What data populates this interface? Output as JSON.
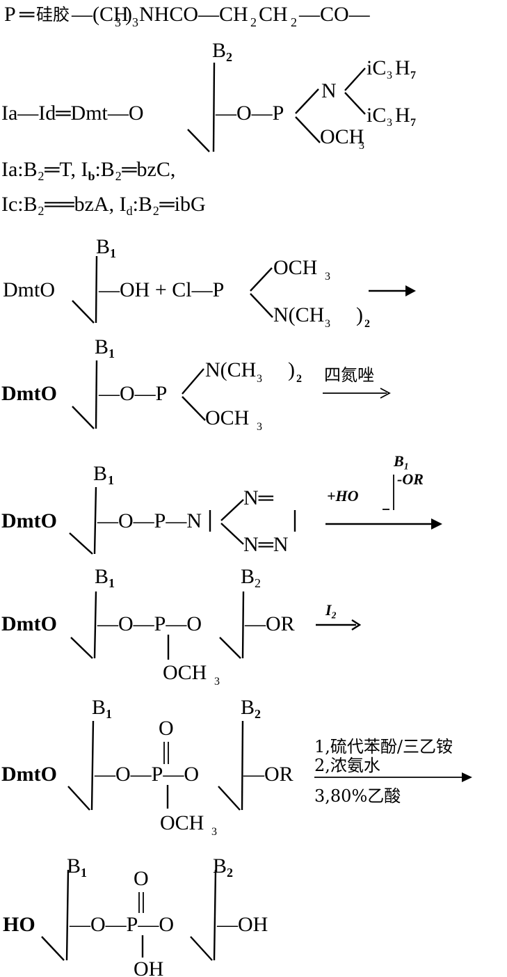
{
  "header_definition": {
    "lhs": "P",
    "eq": "═",
    "silica": "硅胶",
    "chain": "—(CH",
    "sub3": "3",
    "close3": ")",
    "sub3b": "3",
    "nhco": "NHCO—CH",
    "sub2a": "2",
    "ch": "CH",
    "sub2b": "2",
    "tail": "—CO—"
  },
  "reagent_I": {
    "base": "B",
    "base_sub": "2",
    "label": "Ia—Id═Dmt—O",
    "o_p": "—O—P",
    "n": "N",
    "ipr": "iC",
    "ipr_sub3": "3",
    "ipr_h": "H",
    "ipr_sub7": "7",
    "och": "OCH",
    "och_sub": "3",
    "variants_line1": "Ia:B₂═T, I",
    "variants_line1_sub": "b",
    "variants_line1_rest": ":B₂═bzC,",
    "variants_line2": "Ic:B₂══bzA, I",
    "variants_line2_sub": "d",
    "variants_line2_rest": ":B₂═ibG"
  },
  "step1": {
    "base": "B",
    "base_sub": "1",
    "left": "DmtO",
    "right": "—OH + Cl—P",
    "top": "OCH",
    "top_sub": "3",
    "bottom": "N(CH",
    "bottom_sub": "3",
    "bottom_close": ")",
    "bottom_sub2": "2"
  },
  "step2": {
    "base": "B",
    "base_sub": "1",
    "left": "DmtO",
    "right": "—O—P",
    "top": "N(CH",
    "top_sub": "3",
    "top_close": ")",
    "top_sub2": "2",
    "bottom": "OCH",
    "bottom_sub": "3",
    "arrow_reagent": "四氮唑"
  },
  "step3": {
    "base": "B",
    "base_sub": "1",
    "left": "DmtO",
    "right": "—O—P—N",
    "ring_top": "N═",
    "ring_bottom": "N═N",
    "reagent_base": "B₁",
    "reagent_prefix": "+HO",
    "reagent_suffix": "-OR"
  },
  "step4": {
    "base1": "B",
    "base1_sub": "1",
    "base2": "B",
    "base2_sub": "2",
    "left": "DmtO",
    "mid": "—O—P—O",
    "right": "—OR",
    "pend": "OCH",
    "pend_sub": "3",
    "arrow_reagent": "I₂"
  },
  "step5": {
    "base1": "B",
    "base1_sub": "1",
    "base2": "B",
    "base2_sub": "2",
    "left": "DmtO",
    "mid": "—O—P—O",
    "right": "—OR",
    "oxo": "O",
    "pend": "OCH",
    "pend_sub": "3",
    "conditions": [
      "1,硫代苯酚/三乙铵",
      "2,浓氨水",
      "3,80%乙酸"
    ]
  },
  "product": {
    "base1": "B",
    "base1_sub": "1",
    "base2": "B",
    "base2_sub": "2",
    "left": "HO",
    "mid": "—O—P—O",
    "right": "—OH",
    "oxo": "O",
    "pend": "OH"
  }
}
